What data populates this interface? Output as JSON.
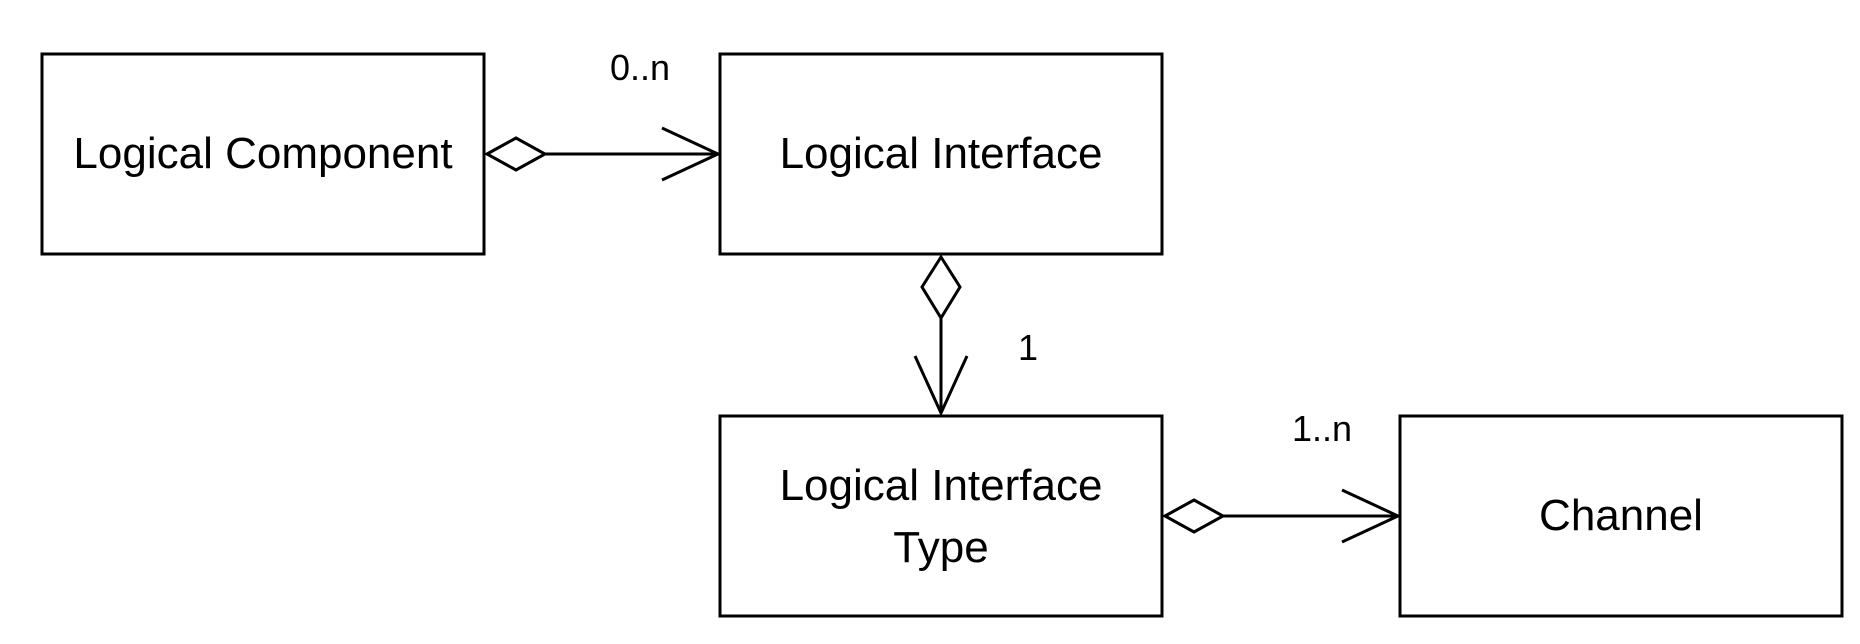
{
  "boxes": {
    "logical_component": {
      "label": "Logical Component"
    },
    "logical_interface": {
      "label": "Logical Interface"
    },
    "logical_interface_type": {
      "label_line1": "Logical Interface",
      "label_line2": "Type"
    },
    "channel": {
      "label": "Channel"
    }
  },
  "relations": {
    "component_to_interface": {
      "multiplicity": "0..n"
    },
    "interface_to_type": {
      "multiplicity": "1"
    },
    "type_to_channel": {
      "multiplicity": "1..n"
    }
  }
}
